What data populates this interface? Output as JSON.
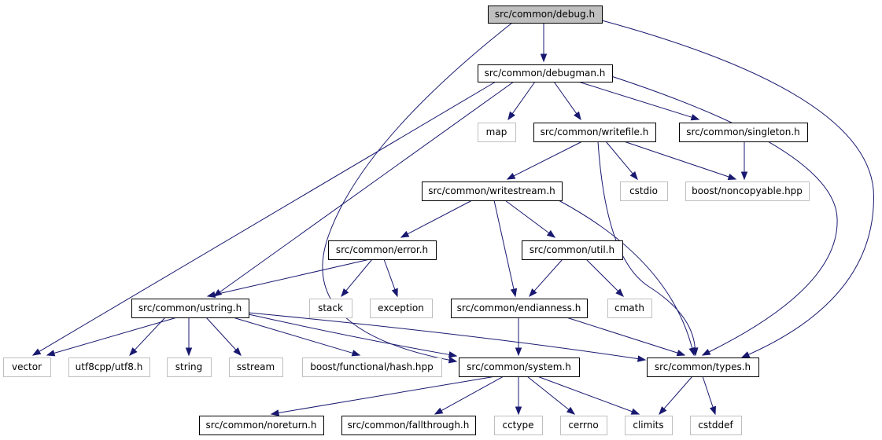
{
  "diagram": {
    "colors": {
      "edge": "#191970",
      "root_fill": "#bfbfbf",
      "internal_border": "#000000",
      "external_border": "#bfbfbf",
      "background": "#ffffff"
    },
    "nodes": [
      {
        "id": "debug_h",
        "label": "src/common/debug.h",
        "kind": "root"
      },
      {
        "id": "debugman_h",
        "label": "src/common/debugman.h",
        "kind": "internal"
      },
      {
        "id": "map",
        "label": "map",
        "kind": "external"
      },
      {
        "id": "writefile_h",
        "label": "src/common/writefile.h",
        "kind": "internal"
      },
      {
        "id": "singleton_h",
        "label": "src/common/singleton.h",
        "kind": "internal"
      },
      {
        "id": "writestream_h",
        "label": "src/common/writestream.h",
        "kind": "internal"
      },
      {
        "id": "cstdio",
        "label": "cstdio",
        "kind": "external"
      },
      {
        "id": "noncopyable",
        "label": "boost/noncopyable.hpp",
        "kind": "external"
      },
      {
        "id": "error_h",
        "label": "src/common/error.h",
        "kind": "internal"
      },
      {
        "id": "util_h",
        "label": "src/common/util.h",
        "kind": "internal"
      },
      {
        "id": "ustring_h",
        "label": "src/common/ustring.h",
        "kind": "internal"
      },
      {
        "id": "stack",
        "label": "stack",
        "kind": "external"
      },
      {
        "id": "exception",
        "label": "exception",
        "kind": "external"
      },
      {
        "id": "endianness_h",
        "label": "src/common/endianness.h",
        "kind": "internal"
      },
      {
        "id": "cmath",
        "label": "cmath",
        "kind": "external"
      },
      {
        "id": "vector",
        "label": "vector",
        "kind": "external"
      },
      {
        "id": "utf8",
        "label": "utf8cpp/utf8.h",
        "kind": "external"
      },
      {
        "id": "string",
        "label": "string",
        "kind": "external"
      },
      {
        "id": "sstream",
        "label": "sstream",
        "kind": "external"
      },
      {
        "id": "hash",
        "label": "boost/functional/hash.hpp",
        "kind": "external"
      },
      {
        "id": "system_h",
        "label": "src/common/system.h",
        "kind": "internal"
      },
      {
        "id": "types_h",
        "label": "src/common/types.h",
        "kind": "internal"
      },
      {
        "id": "noreturn_h",
        "label": "src/common/noreturn.h",
        "kind": "internal"
      },
      {
        "id": "fallthrough_h",
        "label": "src/common/fallthrough.h",
        "kind": "internal"
      },
      {
        "id": "cctype",
        "label": "cctype",
        "kind": "external"
      },
      {
        "id": "cerrno",
        "label": "cerrno",
        "kind": "external"
      },
      {
        "id": "climits",
        "label": "climits",
        "kind": "external"
      },
      {
        "id": "cstddef",
        "label": "cstddef",
        "kind": "external"
      }
    ],
    "edges": [
      {
        "from": "debug_h",
        "to": "debugman_h"
      },
      {
        "from": "debug_h",
        "to": "system_h"
      },
      {
        "from": "debug_h",
        "to": "types_h"
      },
      {
        "from": "debugman_h",
        "to": "map"
      },
      {
        "from": "debugman_h",
        "to": "writefile_h"
      },
      {
        "from": "debugman_h",
        "to": "singleton_h"
      },
      {
        "from": "debugman_h",
        "to": "vector"
      },
      {
        "from": "debugman_h",
        "to": "ustring_h"
      },
      {
        "from": "debugman_h",
        "to": "types_h"
      },
      {
        "from": "writefile_h",
        "to": "writestream_h"
      },
      {
        "from": "writefile_h",
        "to": "cstdio"
      },
      {
        "from": "writefile_h",
        "to": "noncopyable"
      },
      {
        "from": "writefile_h",
        "to": "types_h"
      },
      {
        "from": "singleton_h",
        "to": "noncopyable"
      },
      {
        "from": "writestream_h",
        "to": "error_h"
      },
      {
        "from": "writestream_h",
        "to": "util_h"
      },
      {
        "from": "writestream_h",
        "to": "endianness_h"
      },
      {
        "from": "writestream_h",
        "to": "types_h"
      },
      {
        "from": "error_h",
        "to": "ustring_h"
      },
      {
        "from": "error_h",
        "to": "stack"
      },
      {
        "from": "error_h",
        "to": "exception"
      },
      {
        "from": "util_h",
        "to": "endianness_h"
      },
      {
        "from": "util_h",
        "to": "cmath"
      },
      {
        "from": "ustring_h",
        "to": "vector"
      },
      {
        "from": "ustring_h",
        "to": "utf8"
      },
      {
        "from": "ustring_h",
        "to": "string"
      },
      {
        "from": "ustring_h",
        "to": "sstream"
      },
      {
        "from": "ustring_h",
        "to": "hash"
      },
      {
        "from": "ustring_h",
        "to": "system_h"
      },
      {
        "from": "ustring_h",
        "to": "types_h"
      },
      {
        "from": "endianness_h",
        "to": "system_h"
      },
      {
        "from": "endianness_h",
        "to": "types_h"
      },
      {
        "from": "system_h",
        "to": "noreturn_h"
      },
      {
        "from": "system_h",
        "to": "fallthrough_h"
      },
      {
        "from": "system_h",
        "to": "cctype"
      },
      {
        "from": "system_h",
        "to": "cerrno"
      },
      {
        "from": "system_h",
        "to": "climits"
      },
      {
        "from": "types_h",
        "to": "climits"
      },
      {
        "from": "types_h",
        "to": "cstddef"
      }
    ]
  }
}
